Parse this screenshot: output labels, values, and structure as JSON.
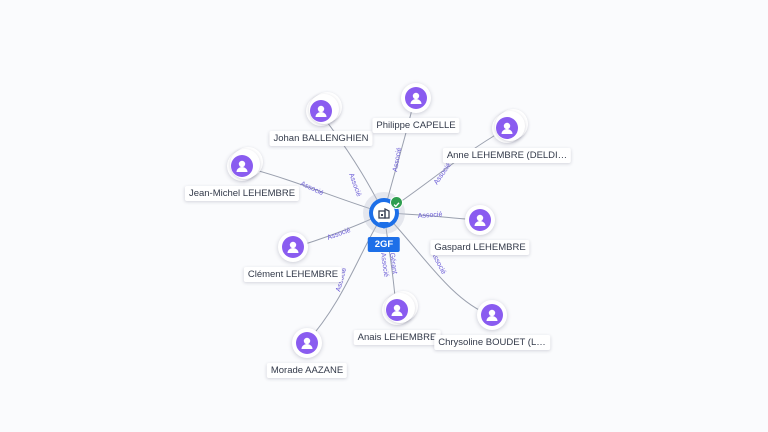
{
  "company": {
    "label": "2GF",
    "icon": "building-icon",
    "status_icon": "check-icon",
    "accent": "#1d6fe8"
  },
  "people": [
    {
      "id": "johan",
      "name": "Johan BALLENGHIEN",
      "stacked": true
    },
    {
      "id": "philippe",
      "name": "Philippe CAPELLE",
      "stacked": false
    },
    {
      "id": "anne",
      "name": "Anne LEHEMBRE (DELDI…",
      "stacked": true
    },
    {
      "id": "jeanmichel",
      "name": "Jean-Michel LEHEMBRE",
      "stacked": true
    },
    {
      "id": "gaspard",
      "name": "Gaspard LEHEMBRE",
      "stacked": false
    },
    {
      "id": "clement",
      "name": "Clément LEHEMBRE",
      "stacked": false
    },
    {
      "id": "anais",
      "name": "Anais LEHEMBRE",
      "stacked": true
    },
    {
      "id": "chrysoline",
      "name": "Chrysoline BOUDET (L…",
      "stacked": false
    },
    {
      "id": "morade",
      "name": "Morade AAZANE",
      "stacked": false
    }
  ],
  "edges": [
    {
      "id": "johan",
      "label": "Associé"
    },
    {
      "id": "philippe",
      "label": "Associé"
    },
    {
      "id": "anne",
      "label": "Associé"
    },
    {
      "id": "jeanmichel",
      "label": "Associé"
    },
    {
      "id": "gaspard",
      "label": "Associé"
    },
    {
      "id": "clement",
      "label": "Associé"
    },
    {
      "id": "anais-gerant",
      "label": "Gérant"
    },
    {
      "id": "anais-associe",
      "label": "Associé"
    },
    {
      "id": "chrysoline",
      "label": "Associé"
    },
    {
      "id": "morade",
      "label": "Associé"
    }
  ],
  "colors": {
    "avatar": "#8a5cf0",
    "edge": "#9aa0ae",
    "edge_label": "#6a5bd6",
    "status": "#2e9e4f"
  }
}
